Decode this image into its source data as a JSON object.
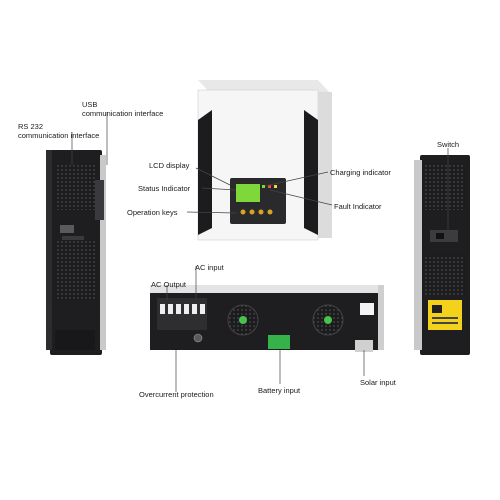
{
  "labels": {
    "usb": [
      "USB",
      "communication interface"
    ],
    "rs232": [
      "RS 232",
      "communication interface"
    ],
    "lcd": "LCD display",
    "status": "Status Indicator",
    "operation": "Operation keys",
    "charging": "Charging indicator",
    "fault": "Fault Indicator",
    "switch": "Switch",
    "ac_input": "AC input",
    "ac_output": "AC Output",
    "overcurrent": "Overcurrent protection",
    "battery": "Battery input",
    "solar": "Solar input"
  },
  "colors": {
    "panel_black": "#1b1b1d",
    "body_white": "#f4f4f4",
    "lcd_green": "#7fd83a",
    "terminal_green": "#35b24a",
    "warning_yellow": "#f4d21c",
    "fan_green": "#49c24a",
    "line": "#444444"
  }
}
